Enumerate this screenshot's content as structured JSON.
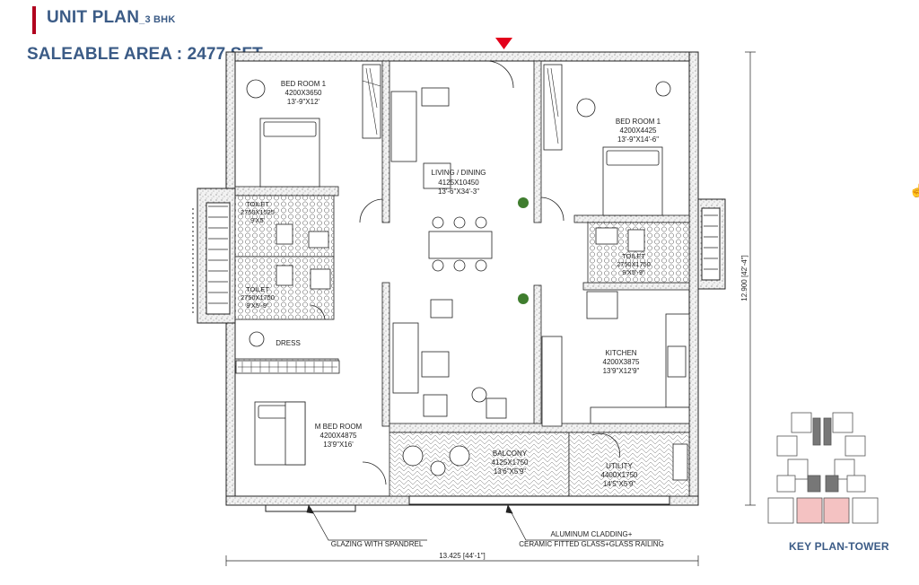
{
  "header": {
    "title": "UNIT PLAN",
    "title_suffix": "_3 BHK",
    "saleable_area": "SALEABLE AREA : 2477 SFT"
  },
  "rooms": [
    {
      "name": "BED ROOM 1",
      "size_mm": "4200X3650",
      "size_ft": "13'-9\"X12'"
    },
    {
      "name": "BED ROOM 1",
      "size_mm": "4200X4425",
      "size_ft": "13'-9\"X14'-6\""
    },
    {
      "name": "LIVING / DINING",
      "size_mm": "4125X10450",
      "size_ft": "13'-6\"X34'-3\""
    },
    {
      "name": "TOILET",
      "size_mm": "2750X1525",
      "size_ft": "9'X5'"
    },
    {
      "name": "TOILET",
      "size_mm": "2750X1750",
      "size_ft": "9'X5'-9\""
    },
    {
      "name": "TOILET",
      "size_mm": "2750X1750",
      "size_ft": "9'X5'-9\""
    },
    {
      "name": "DRESS",
      "size_mm": "",
      "size_ft": ""
    },
    {
      "name": "KITCHEN",
      "size_mm": "4200X3875",
      "size_ft": "13'9\"X12'9\""
    },
    {
      "name": "M BED ROOM",
      "size_mm": "4200X4875",
      "size_ft": "13'9\"X16'"
    },
    {
      "name": "BALCONY",
      "size_mm": "4125X1750",
      "size_ft": "13'6\"X5'9\""
    },
    {
      "name": "UTILITY",
      "size_mm": "4400X1750",
      "size_ft": "14'5\"X5'9\""
    }
  ],
  "annotations": {
    "glazing": "GLAZING WITH SPANDREL",
    "cladding_line1": "ALUMINUM CLADDING+",
    "cladding_line2": "CERAMIC FITTED GLASS+GLASS RAILING",
    "dim_width": "13.425 [44'-1\"]",
    "dim_height": "12.900 [42'-4\"]",
    "key_plan": "KEY PLAN-TOWER"
  },
  "colors": {
    "heading": "#3b5b86",
    "accent": "#b1001e",
    "entrance_marker": "#e3001b",
    "key_highlight": "#f4c2c2"
  }
}
